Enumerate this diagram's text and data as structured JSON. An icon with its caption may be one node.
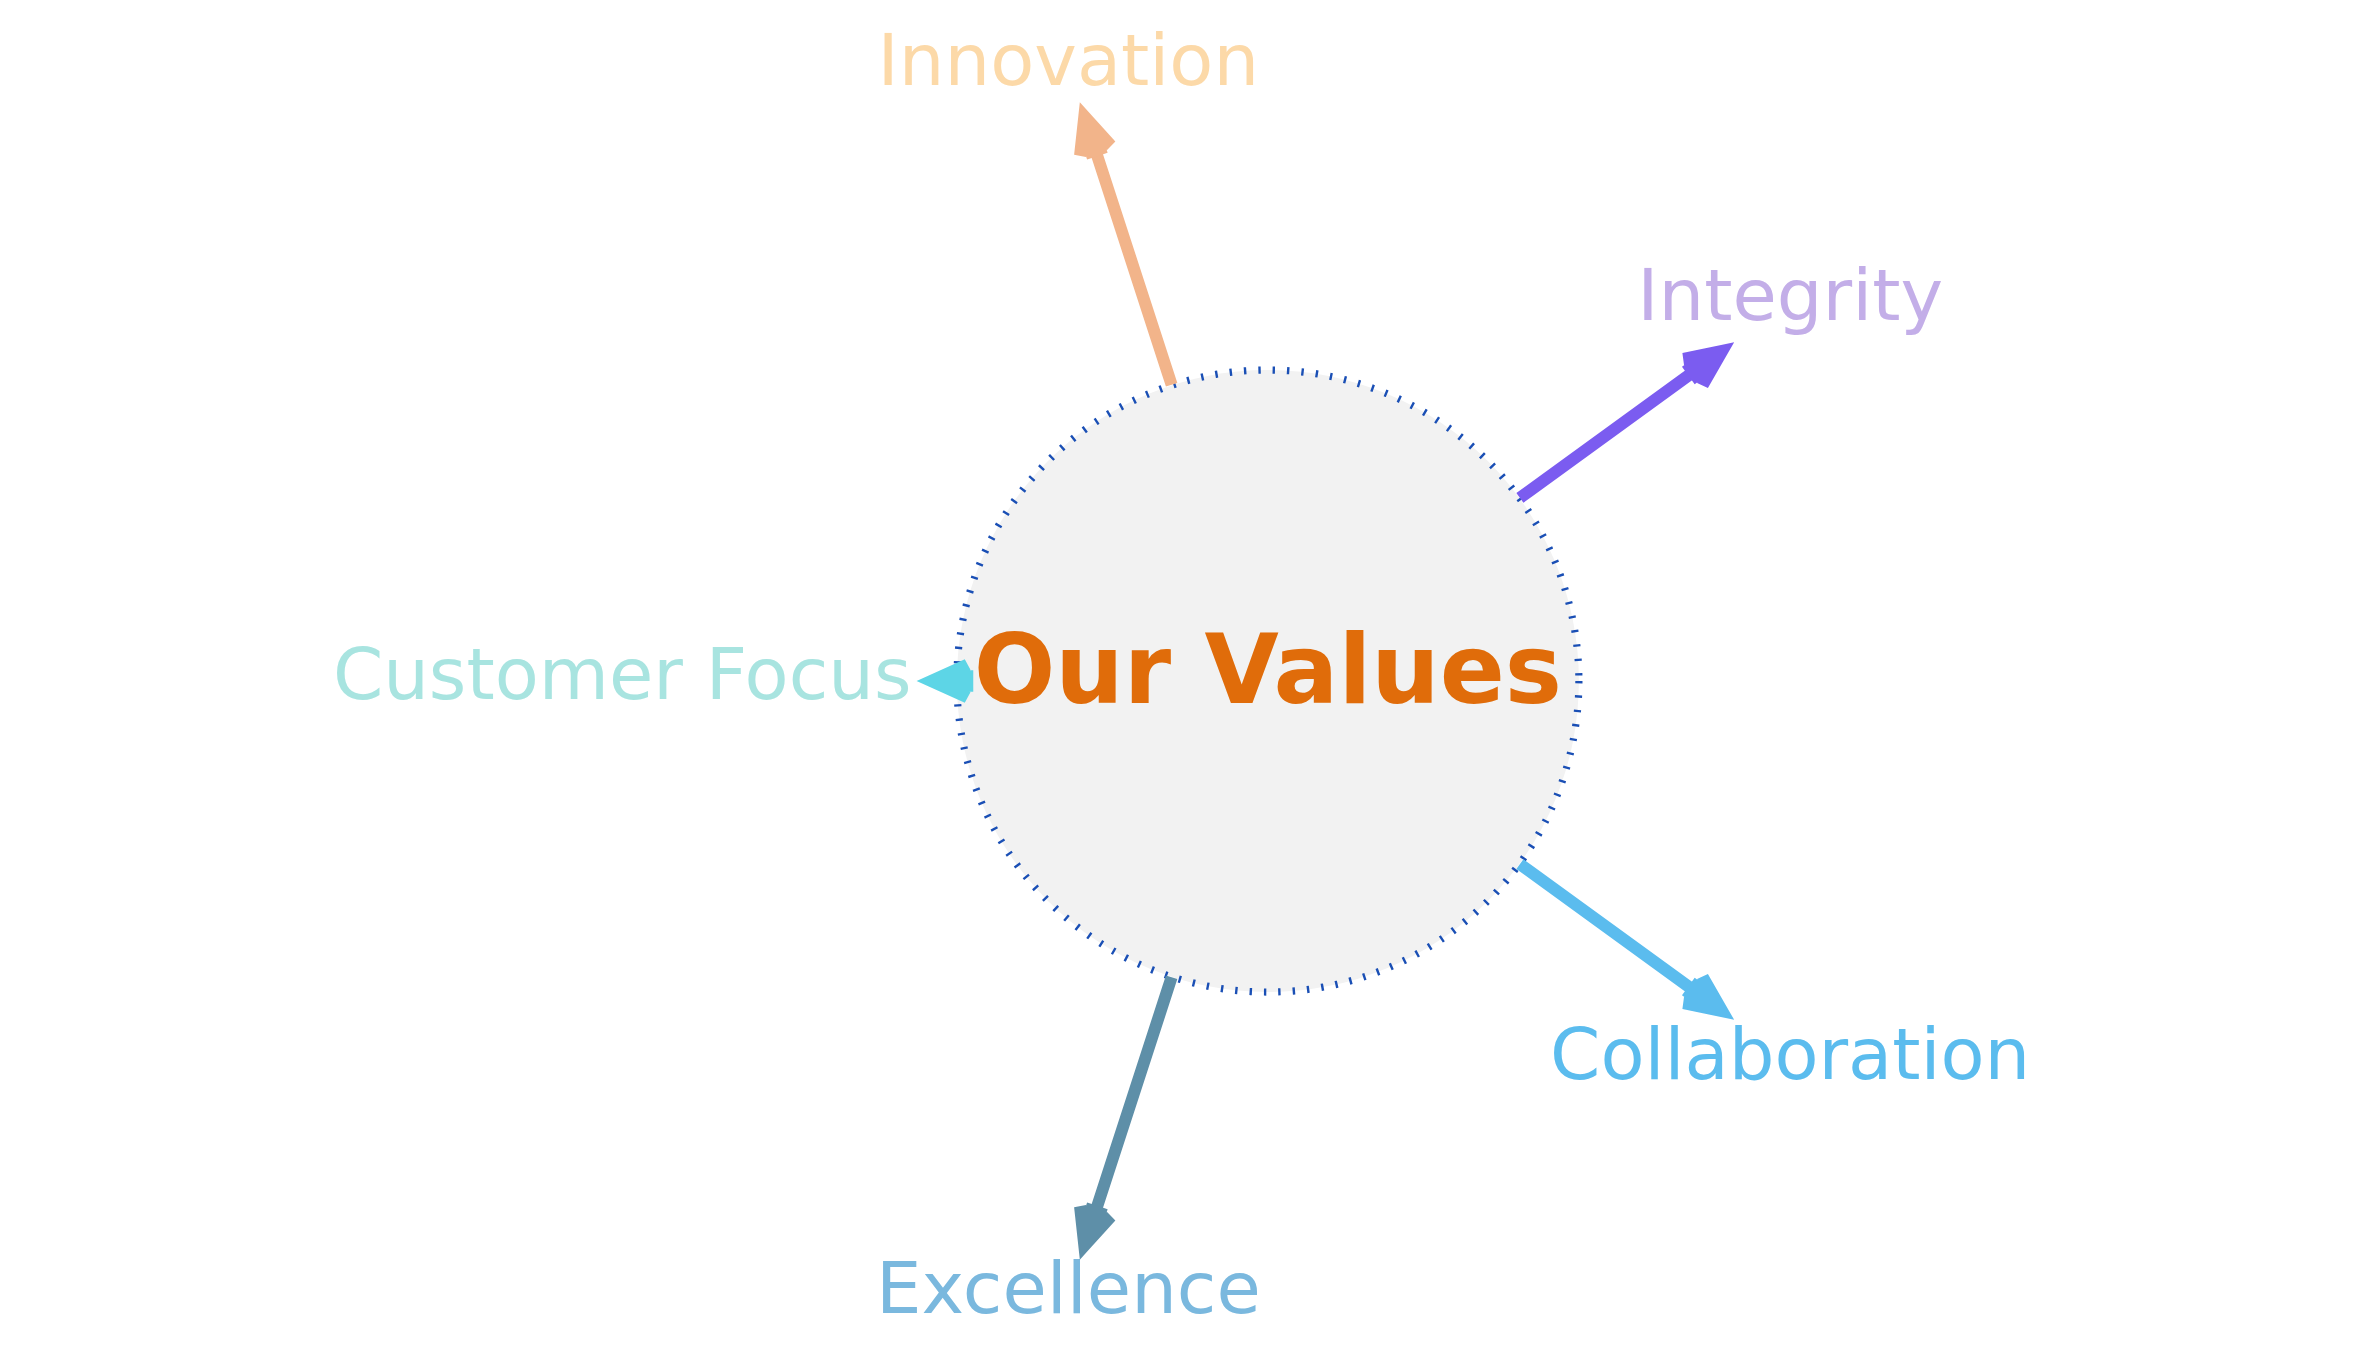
{
  "diagram": {
    "nodes": [
      {
        "text": [
          "Integrity"
        ]
      },
      {
        "text": [
          "Innovation"
        ]
      },
      {
        "text": [
          "Customer Focus"
        ]
      },
      {
        "text": [
          "Our Values"
        ]
      },
      {
        "text": [
          "Excellence"
        ]
      },
      {
        "text": [
          "Collaboration"
        ]
      }
    ],
    "edges": [
      {
        "from": 3,
        "to": 0,
        "arrow": "to",
        "color": "#7b5cf0"
      },
      {
        "from": 3,
        "to": 2,
        "arrow": "to",
        "color": "#5dd5e6"
      },
      {
        "from": 3,
        "to": 5,
        "arrow": "to",
        "color": "#5bbcee"
      },
      {
        "from": 3,
        "to": 4,
        "arrow": "to",
        "color": "#5e8fa8"
      },
      {
        "from": 3,
        "to": 1,
        "arrow": "to",
        "color": "#f2b48a"
      }
    ]
  }
}
